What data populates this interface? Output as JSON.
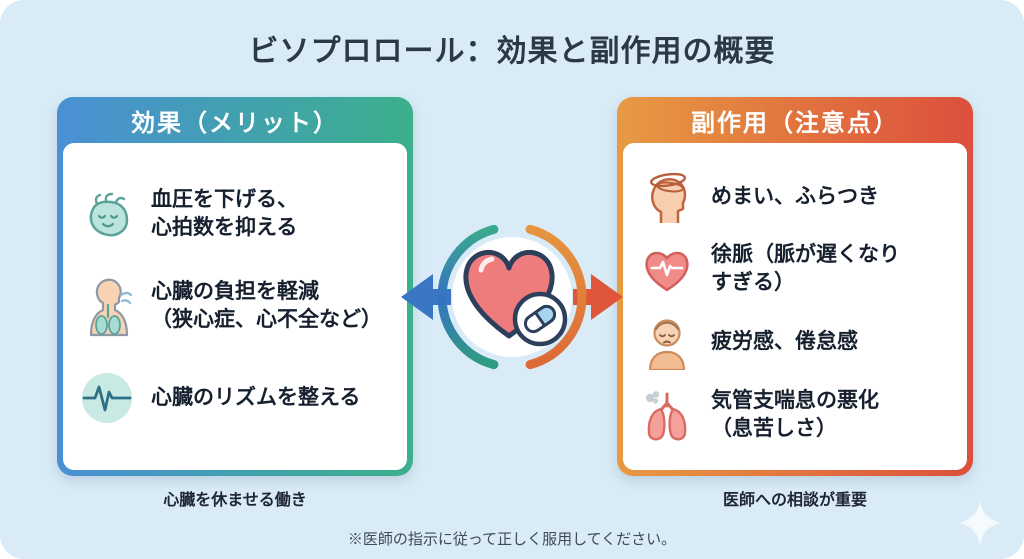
{
  "title": "ビソプロロール：効果と副作用の概要",
  "left_card": {
    "header": "効果（メリット）",
    "items": [
      {
        "icon": "calm-heart-icon",
        "lines": [
          "血圧を下げる、",
          "心拍数を抑える"
        ]
      },
      {
        "icon": "breathing-person-icon",
        "lines": [
          "心臓の負担を軽減",
          "（狭心症、心不全など）"
        ]
      },
      {
        "icon": "ekg-wave-icon",
        "lines": [
          "心臓のリズムを整える"
        ]
      }
    ],
    "caption": "心臓を休ませる働き",
    "gradient": [
      "#4a90d5",
      "#3bb08b"
    ]
  },
  "right_card": {
    "header": "副作用（注意点）",
    "items": [
      {
        "icon": "dizzy-head-icon",
        "lines": [
          "めまい、ふらつき"
        ]
      },
      {
        "icon": "slow-pulse-heart-icon",
        "lines": [
          "徐脈（脈が遅くなり",
          "すぎる）"
        ]
      },
      {
        "icon": "fatigued-person-icon",
        "lines": [
          "疲労感、倦怠感"
        ]
      },
      {
        "icon": "asthma-lungs-icon",
        "lines": [
          "気管支喘息の悪化",
          "（息苦しさ）"
        ]
      }
    ],
    "caption": "医師への相談が重要",
    "gradient": [
      "#e79a42",
      "#dc4f3c"
    ]
  },
  "footer_note": "※医師の指示に従って正しく服用してください。",
  "colors": {
    "background": "#d9ebf6",
    "title_text": "#2b3845",
    "benefit_blue": "#4a90d5",
    "benefit_green": "#3bb08b",
    "warning_orange": "#e79a42",
    "warning_red": "#dc4f3c",
    "heart_fill": "#ee7c7c",
    "outline_navy": "#2e3f5c",
    "teal_icon": "#bce4de",
    "pill_blue": "#a7d4ef"
  }
}
